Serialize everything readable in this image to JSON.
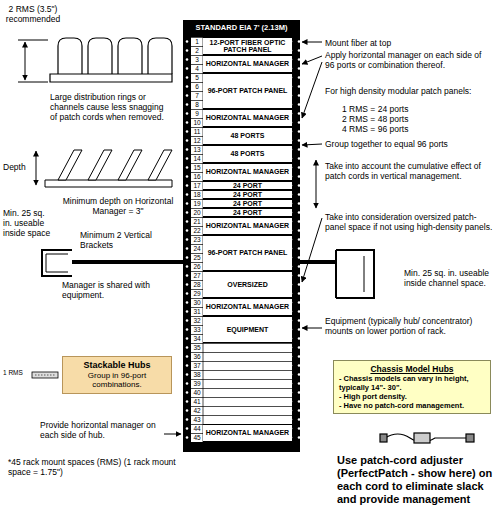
{
  "diagram": {
    "nodes": [
      {
        "text": [
          "STANDARD EIA 7' (2.13M)"
        ]
      },
      {
        "text": [
          "12-PORT FIBER OPTIC PATCH PANEL"
        ],
        "in": 0
      },
      {
        "text": [
          "HORIZONTAL MANAGER"
        ],
        "in": 0
      },
      {
        "text": [
          "96-PORT PATCH PANEL"
        ],
        "in": 0
      },
      {
        "text": [
          "HORIZONTAL MANAGER"
        ],
        "in": 0
      },
      {
        "text": [
          "48 PORTS"
        ],
        "in": 0
      },
      {
        "text": [
          "48 PORTS"
        ],
        "in": 0
      },
      {
        "text": [
          "HORIZONTAL MANAGER"
        ],
        "in": 0
      },
      {
        "text": [
          "24 PORT"
        ],
        "in": 0
      },
      {
        "text": [
          "24 PORT"
        ],
        "in": 0
      },
      {
        "text": [
          "24 PORT"
        ],
        "in": 0
      },
      {
        "text": [
          "24 PORT"
        ],
        "in": 0
      },
      {
        "text": [
          "HORIZONTAL MANAGER"
        ],
        "in": 0
      },
      {
        "text": [
          "96-PORT PATCH PANEL"
        ],
        "in": 0
      },
      {
        "text": [
          "OVERSIZED"
        ],
        "in": 0
      },
      {
        "text": [
          "HORIZONTAL MANAGER"
        ],
        "in": 0
      },
      {
        "text": [
          "EQUIPMENT"
        ],
        "in": 0
      },
      {
        "text": [
          "HORIZONTAL MANAGER"
        ],
        "in": 0
      },
      {
        "text": [
          "Stackable Hubs",
          "Group in 96-port combinations."
        ]
      },
      {
        "text": [
          "Chassis Model Hubs",
          "- Chassis models can vary in height, typically 14\"- 30\".",
          "- High port density.",
          "- Have no patch-cord management."
        ]
      }
    ],
    "labels": [
      "2 RMS (3.5\") recommended",
      "Large distribution rings or channels cause less snagging of patch cords when removed.",
      "Depth",
      "Minimum depth on Horizontal Manager = 3\"",
      "Min. 25 sq. in. useable inside space",
      "Minimum 2 Vertical Brackets",
      "Manager is shared with equipment.",
      "1 RMS",
      "Provide horizontal manager on each side of hub.",
      "*45 rack mount spaces (RMS) (1 rack mount space = 1.75\")",
      "Mount fiber at top",
      "Apply horizontal manager on each side of 96 ports or combination thereof.",
      "For high density modular patch panels:",
      "1 RMS = 24 ports",
      "2 RMS = 48 ports",
      "4 RMS = 96 ports",
      "Group together to equal 96 ports",
      "Take into account the cumulative effect of patch cords in vertical management.",
      "Take into consideration oversized patch-panel space if not using high-density panels.",
      "Min. 25 sq. in. useable inside channel space.",
      "Equipment (typically hub/ concentrator) mounts on lower portion of rack.",
      "Use patch-cord adjuster (PerfectPatch - show here) on each cord to eliminate slack and provide management",
      "1",
      "2",
      "3",
      "4",
      "5",
      "6",
      "7",
      "8",
      "9",
      "10",
      "11",
      "12",
      "13",
      "14",
      "15",
      "16",
      "17",
      "18",
      "19",
      "20",
      "21",
      "22",
      "23",
      "24",
      "25",
      "26",
      "27",
      "28",
      "29",
      "30",
      "31",
      "32",
      "33",
      "34",
      "35",
      "36",
      "37",
      "38",
      "39",
      "40",
      "41",
      "42",
      "43",
      "44",
      "45"
    ]
  }
}
